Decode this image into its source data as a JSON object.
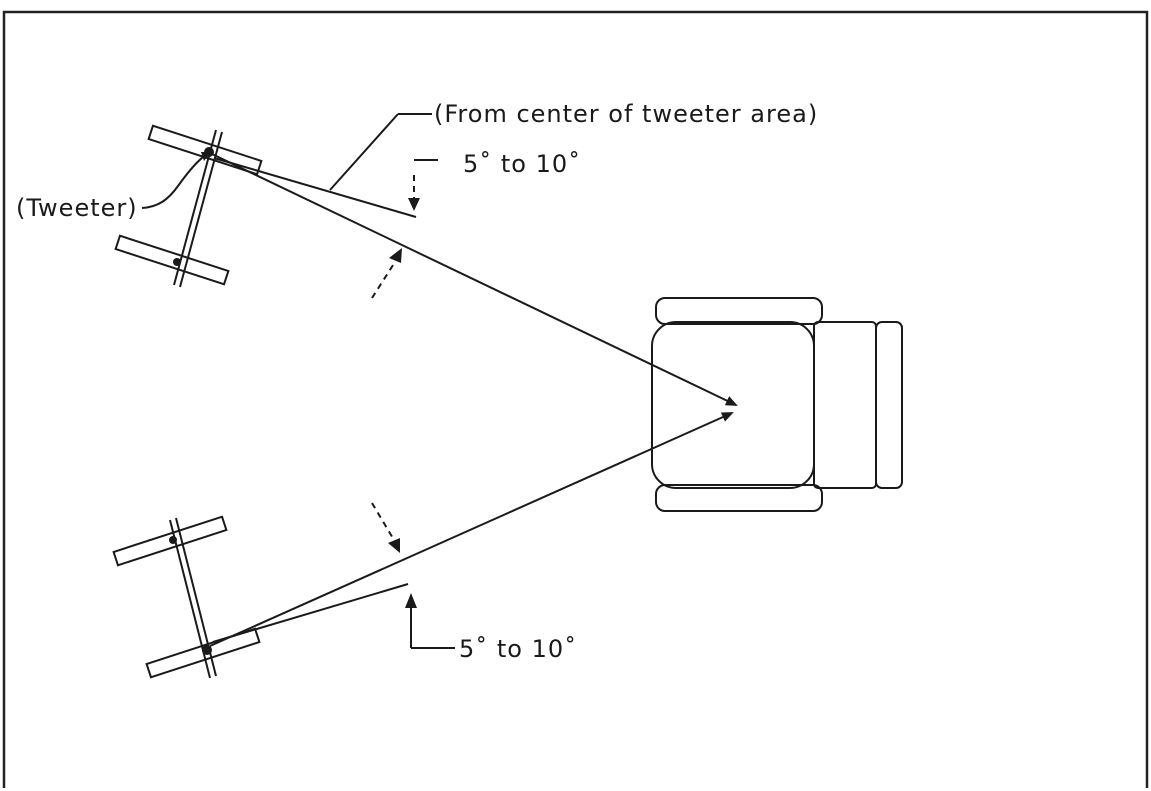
{
  "labels": {
    "tweeter_center": "(From center of tweeter area)",
    "tweeter": "(Tweeter)",
    "angle_top": "5˚ to 10˚",
    "angle_bottom": "5˚ to 10˚"
  }
}
